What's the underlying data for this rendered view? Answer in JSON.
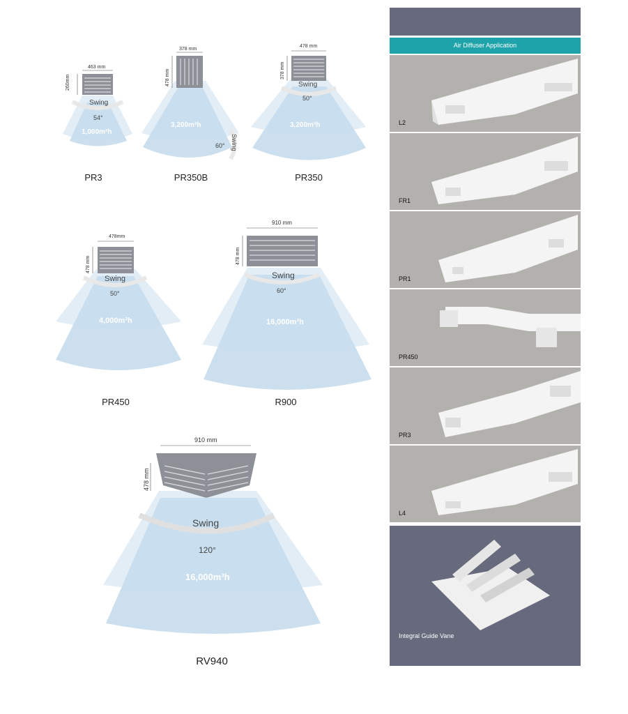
{
  "diagrams": {
    "pr3": {
      "name": "PR3",
      "width_label": "463 mm",
      "height_label": "260mm",
      "swing": "Swing",
      "angle": "54°",
      "flow": "1,000m³h"
    },
    "pr350b": {
      "name": "PR350B",
      "width_label": "378 mm",
      "height_label": "478 mm",
      "swing": "Swing",
      "angle": "60°",
      "flow": "3,200m³h"
    },
    "pr350": {
      "name": "PR350",
      "width_label": "478 mm",
      "height_label": "378 mm",
      "swing": "Swing",
      "angle": "50°",
      "flow": "3,200m³h"
    },
    "pr450": {
      "name": "PR450",
      "width_label": "478mm",
      "height_label": "478 mm",
      "swing": "Swing",
      "angle": "50°",
      "flow": "4,000m³h"
    },
    "r900": {
      "name": "R900",
      "width_label": "910 mm",
      "height_label": "478 mm",
      "swing": "Swing",
      "angle": "60°",
      "flow": "16,000m³h"
    },
    "rv940": {
      "name": "RV940",
      "width_label": "910 mm",
      "height_label": "478 mm",
      "swing": "Swing",
      "angle": "120°",
      "flow": "16,000m³h"
    }
  },
  "sidebar": {
    "header": "Air Diffuser Application",
    "panels": [
      {
        "label": "L2"
      },
      {
        "label": "FR1"
      },
      {
        "label": "PR1"
      },
      {
        "label": "PR450"
      },
      {
        "label": "PR3"
      },
      {
        "label": "L4"
      }
    ],
    "bottom_label": "Integral Guide Vane"
  },
  "colors": {
    "fan_light": "#d8e8f3",
    "fan_mid": "#bcd6ea",
    "sidebar_dark": "#676a7c",
    "header_teal": "#1ea3aa",
    "panel_bg": "#b2b1ad"
  }
}
